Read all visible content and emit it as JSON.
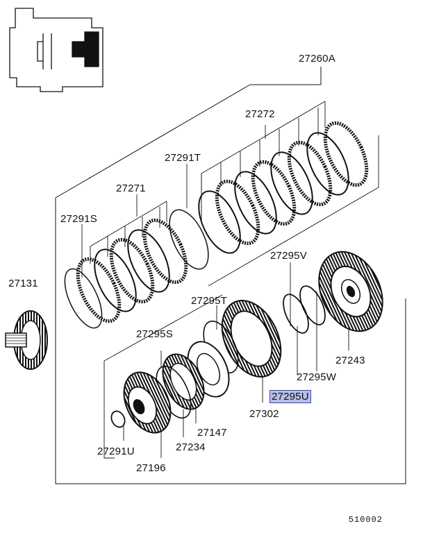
{
  "labels": {
    "p27260A": "27260A",
    "p27272": "27272",
    "p27291T": "27291T",
    "p27271": "27271",
    "p27291S": "27291S",
    "p27131": "27131",
    "p27295V": "27295V",
    "p27295T": "27295T",
    "p27295S": "27295S",
    "p27243": "27243",
    "p27295W": "27295W",
    "p27295U": "27295U",
    "p27302": "27302",
    "p27147": "27147",
    "p27234": "27234",
    "p27291U": "27291U",
    "p27196": "27196"
  },
  "diagram_code": "510002",
  "colors": {
    "line": "#111111",
    "highlight_fill": "#b8bde6",
    "highlight_border": "#3c4aa8"
  }
}
